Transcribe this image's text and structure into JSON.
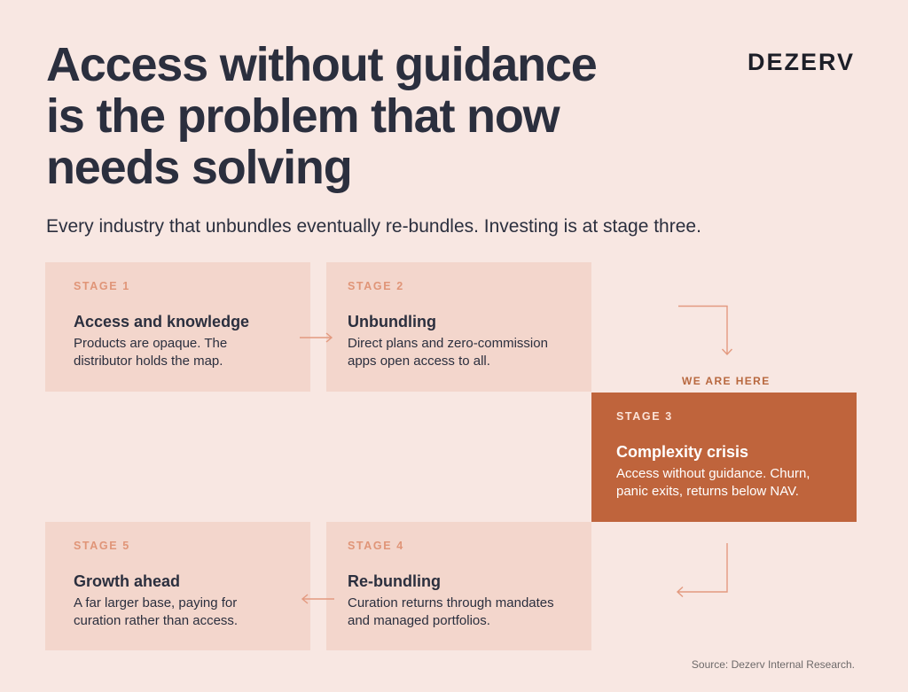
{
  "title_lines": [
    "Access without guidance",
    "is the problem that now",
    "needs solving"
  ],
  "brand": "DEZERV",
  "subtitle": "Every industry that unbundles eventually re-bundles. Investing is at stage three.",
  "stages": [
    {
      "label": "STAGE 1",
      "heading": "Access and knowledge",
      "desc": "Products are opaque. The distributor holds the map."
    },
    {
      "label": "STAGE 2",
      "heading": "Unbundling",
      "desc": "Direct plans and zero-commission apps open access to all."
    },
    {
      "label": "STAGE 3",
      "heading": "Complexity crisis",
      "desc": "Access without guidance. Churn, panic exits, returns below NAV."
    },
    {
      "label": "STAGE 4",
      "heading": "Re-bundling",
      "desc": "Curation returns through mandates and managed portfolios."
    },
    {
      "label": "STAGE 5",
      "heading": "Growth ahead",
      "desc": "A far larger base, paying for curation rather than access."
    }
  ],
  "current_marker": "WE ARE HERE",
  "source": "Source: Dezerv Internal Research.",
  "colors": {
    "background": "#f8e7e2",
    "card": "#f3d6cc",
    "active_card": "#bf643c",
    "stage_label": "#e09578",
    "arrow": "#e39a80",
    "text": "#2b2f3e"
  }
}
